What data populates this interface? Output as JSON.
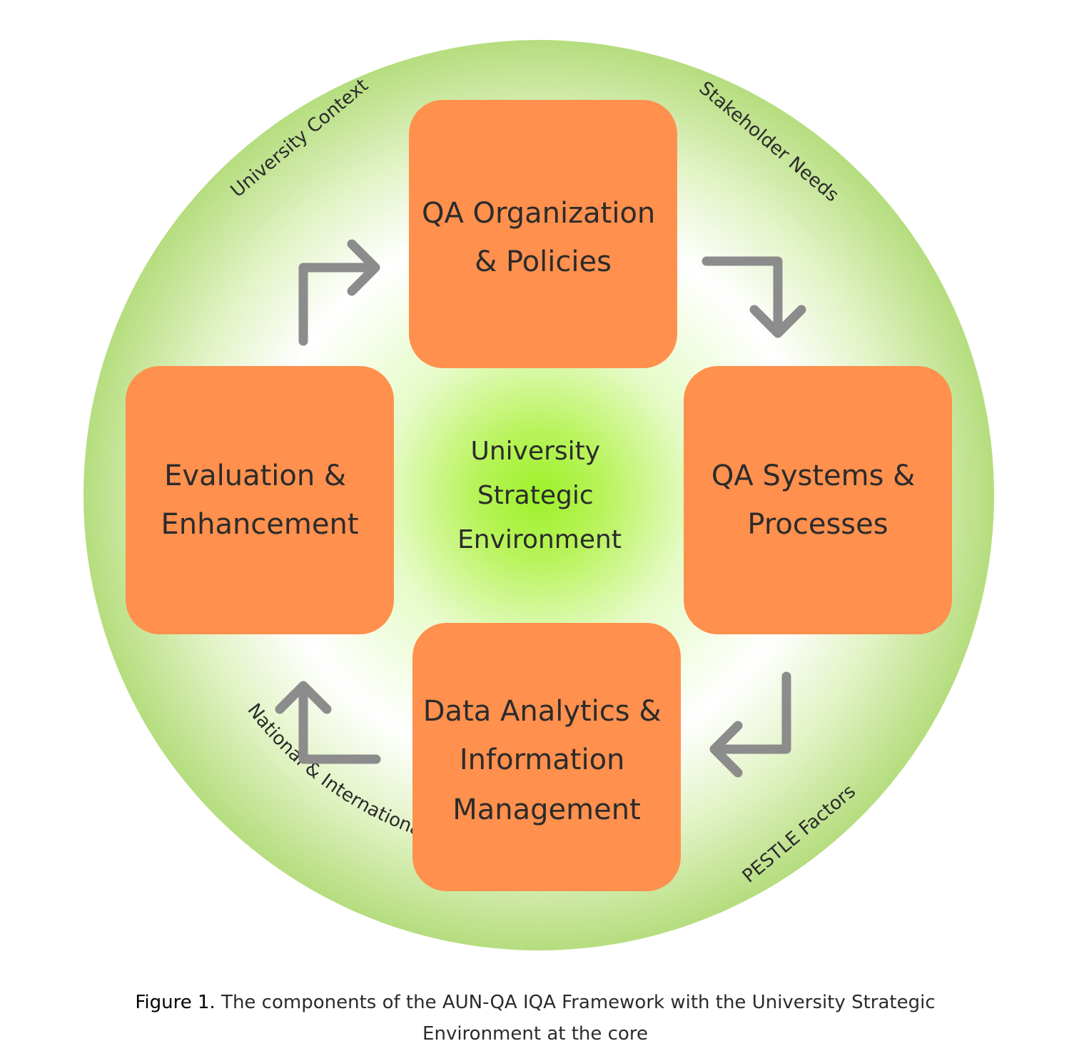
{
  "components": {
    "top": {
      "lines": [
        "QA Organization",
        "& Policies"
      ]
    },
    "right": {
      "lines": [
        "QA Systems &",
        "Processes"
      ]
    },
    "bottom": {
      "lines": [
        "Data Analytics &",
        "Information",
        "Management"
      ]
    },
    "left": {
      "lines": [
        "Evaluation &",
        "Enhancement"
      ]
    }
  },
  "center": {
    "lines": [
      "University",
      "Strategic",
      "Environment"
    ]
  },
  "ring_labels": {
    "top_left": "University Context",
    "top_right": "Stakeholder Needs",
    "bottom_left": "National & International Requirements",
    "bottom_right": "PESTLE Factors"
  },
  "caption": {
    "label": "Figure 1.",
    "text": " The components of the AUN-QA IQA Framework with the University Strategic",
    "text_line2": "Environment at the core"
  },
  "colors": {
    "box_fill": "#ff904d",
    "ring_outer": "#b5dd7e",
    "ring_inner": "#ffffff",
    "center_glow": "#9df22a",
    "arrow": "#8c8c8c"
  }
}
